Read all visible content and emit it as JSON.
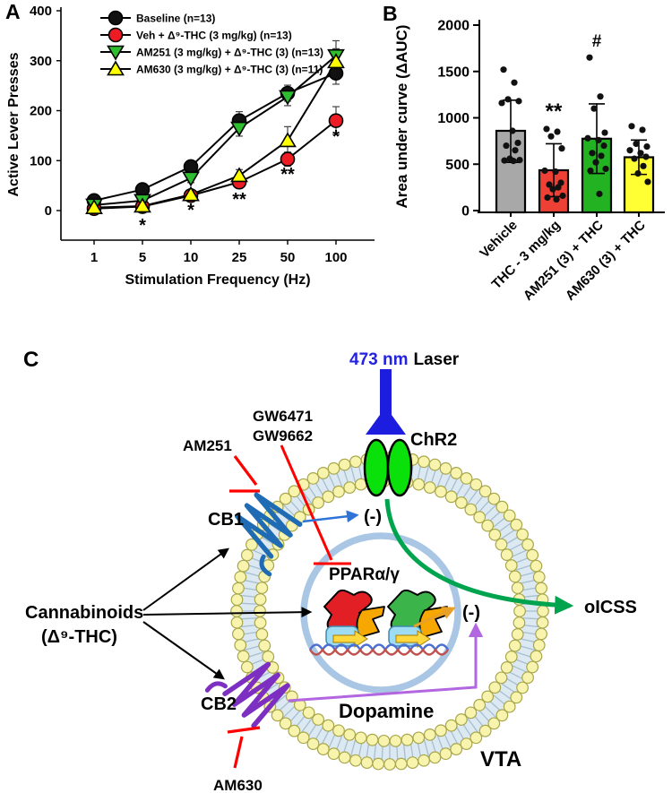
{
  "panels": {
    "a": {
      "label": "A"
    },
    "b": {
      "label": "B"
    },
    "c": {
      "label": "C"
    }
  },
  "chart_data": [
    {
      "type": "line",
      "panel": "A",
      "xlabel": "Stimulation Frequency (Hz)",
      "ylabel": "Active Lever Presses",
      "x_categories": [
        "1",
        "5",
        "10",
        "25",
        "50",
        "100"
      ],
      "ylim": [
        0,
        400
      ],
      "yticks": [
        0,
        100,
        200,
        300,
        400
      ],
      "legend_position": "top-left",
      "series": [
        {
          "name": "Baseline (n=13)",
          "marker": "circle",
          "color": "#111111",
          "values": [
            20,
            42,
            88,
            180,
            235,
            275
          ],
          "sem": [
            5,
            7,
            10,
            18,
            16,
            22
          ]
        },
        {
          "name": "Veh + Δ⁹-THC (3 mg/kg) (n=13)",
          "marker": "circle",
          "color": "#ed1c24",
          "values": [
            4,
            8,
            30,
            57,
            103,
            180
          ],
          "sem": [
            2,
            3,
            5,
            8,
            14,
            28
          ]
        },
        {
          "name": "AM251 (3 mg/kg) + Δ⁹-THC (3) (n=13)",
          "marker": "triangle-down",
          "color": "#2fbe2f",
          "values": [
            11,
            20,
            65,
            165,
            228,
            310
          ],
          "sem": [
            4,
            5,
            9,
            16,
            18,
            30
          ]
        },
        {
          "name": "AM630 (3 mg/kg) + Δ⁹-THC (3) (n=11)",
          "marker": "triangle-up",
          "color": "#ffff00",
          "values": [
            6,
            9,
            32,
            70,
            140,
            298
          ],
          "sem": [
            3,
            3,
            6,
            12,
            28,
            26
          ]
        }
      ],
      "annotations": [
        {
          "text": "*",
          "x_index": 1,
          "value": -41
        },
        {
          "text": "*",
          "x_index": 2,
          "value": -11
        },
        {
          "text": "**",
          "x_index": 3,
          "value": 11
        },
        {
          "text": "**",
          "x_index": 4,
          "value": 61
        },
        {
          "text": "*",
          "x_index": 5,
          "value": 136
        }
      ]
    },
    {
      "type": "bar",
      "panel": "B",
      "ylabel": "Area under curve (ΔAUC)",
      "ylim": [
        0,
        2000
      ],
      "yticks": [
        0,
        500,
        1000,
        1500,
        2000
      ],
      "categories": [
        "Vehicle",
        "THC - 3 mg/kg",
        "AM251 (3) + THC",
        "AM630 (3) + THC"
      ],
      "bars": [
        {
          "label": "Vehicle",
          "color": "#a8a8a8",
          "mean": 860,
          "err_low": 520,
          "err_high": 1190,
          "points": [
            1520,
            1380,
            1200,
            1180,
            1160,
            860,
            730,
            700,
            650,
            560,
            545,
            540,
            535
          ],
          "annotation": ""
        },
        {
          "label": "THC - 3 mg/kg",
          "color": "#ee4035",
          "mean": 435,
          "err_low": 150,
          "err_high": 720,
          "points": [
            880,
            850,
            800,
            670,
            430,
            420,
            300,
            280,
            250,
            230,
            160,
            140,
            120
          ],
          "annotation": "**"
        },
        {
          "label": "AM251 (3) + THC",
          "color": "#22b222",
          "mean": 775,
          "err_low": 400,
          "err_high": 1150,
          "points": [
            1650,
            1230,
            1100,
            840,
            780,
            760,
            700,
            620,
            590,
            520,
            450,
            430,
            180
          ],
          "annotation": "#"
        },
        {
          "label": "AM630 (3) + THC",
          "color": "#ffff33",
          "mean": 575,
          "err_low": 390,
          "err_high": 760,
          "points": [
            910,
            870,
            720,
            690,
            650,
            620,
            580,
            560,
            480,
            400,
            310
          ],
          "annotation": ""
        }
      ]
    }
  ],
  "diagram": {
    "labels": {
      "laser_value": "473 nm",
      "laser_word": "Laser",
      "chr2": "ChR2",
      "gw1": "GW6471",
      "gw2": "GW9662",
      "am251": "AM251",
      "cb1": "CB1",
      "cannabinoids_line1": "Cannabinoids",
      "cannabinoids_line2": "(Δ⁹-THC)",
      "ppar": "PPARα/γ",
      "neg1": "(-)",
      "neg2": "(-)",
      "oicss": "oICSS",
      "cb2": "CB2",
      "dopamine": "Dopamine",
      "vta": "VTA",
      "am630": "AM630"
    },
    "colors": {
      "laser_blue": "#1d1de0",
      "laser_text_blue": "#2222e0",
      "chr2_green": "#0ae00a",
      "cb1_blue": "#1f6cb5",
      "cb2_purple": "#7d2fc1",
      "inhibitor_red": "#ff0000",
      "oicss_green": "#00a44e",
      "cb1_arrow_blue": "#2e74d6",
      "cb2_arrow_purple": "#b266e0",
      "transcription_orange": "#e8a126",
      "nucleus_blue": "#a9c6e4",
      "ppar_alpha_red": "#e31f26",
      "ppar_gamma_green": "#3bb54a",
      "rxr_orange": "#f6a800",
      "dna_element_cyan": "#9edcf4",
      "membrane_bead_yellow": "#f8f4ad"
    }
  }
}
